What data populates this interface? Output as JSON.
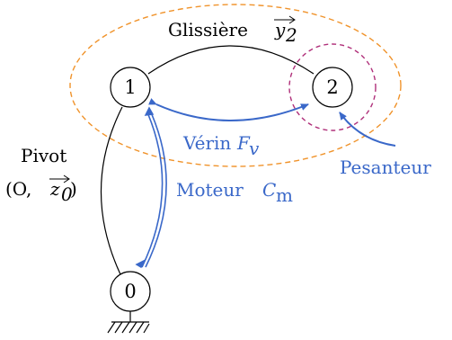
{
  "nodes": {
    "n0": "0",
    "n1": "1",
    "n2": "2"
  },
  "labels": {
    "glissiere_prefix": "Glissière",
    "glissiere_vec": "y",
    "glissiere_sub": "2",
    "pivot_line1": "Pivot",
    "pivot_open": "(O,",
    "pivot_vec": "z",
    "pivot_sub": "0",
    "pivot_close": ")",
    "verin_text": "Vérin",
    "verin_sym": "F",
    "verin_sub": "v",
    "moteur_text": "Moteur",
    "moteur_sym": "C",
    "moteur_sub": "m",
    "pesanteur": "Pesanteur"
  },
  "colors": {
    "action_blue": "#3a68c9",
    "glissiere_ellipse": "#f0932b",
    "node2_circle": "#b0307a",
    "line": "#000000"
  }
}
